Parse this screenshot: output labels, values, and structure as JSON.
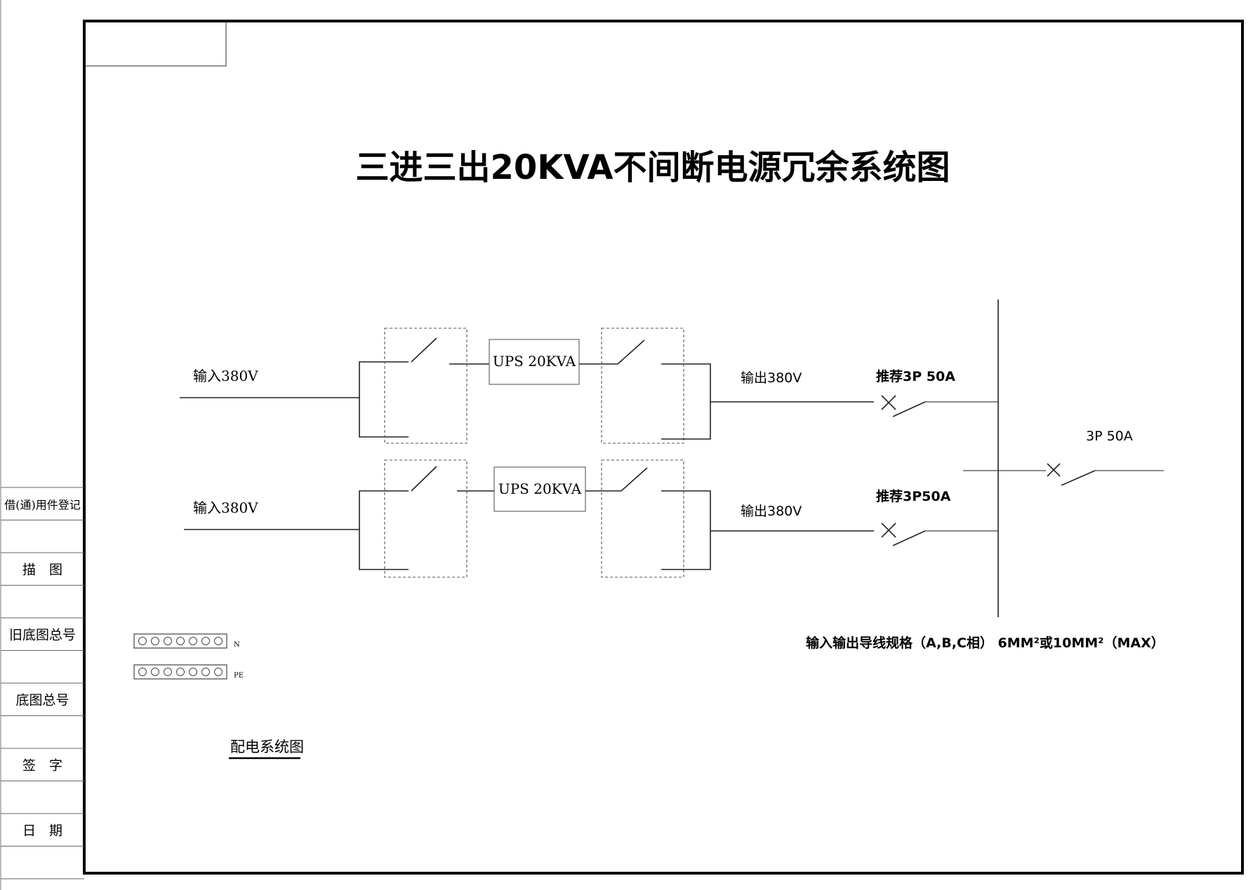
{
  "title": "三进三出20KVA不间断电源冗余系统图",
  "side_panel": {
    "rows": [
      {
        "label": "借(通)用件登记"
      },
      {
        "label": ""
      },
      {
        "label": "描　图"
      },
      {
        "label": ""
      },
      {
        "label": "旧底图总号"
      },
      {
        "label": ""
      },
      {
        "label": "底图总号"
      },
      {
        "label": ""
      },
      {
        "label": "签　字"
      },
      {
        "label": ""
      },
      {
        "label": "日　期"
      },
      {
        "label": ""
      }
    ]
  },
  "branches": [
    {
      "input_label": "输入380V",
      "ups_label": "UPS 20KVA",
      "output_label": "输出380V",
      "breaker_label": "推荐3P 50A"
    },
    {
      "input_label": "输入380V",
      "ups_label": "UPS 20KVA",
      "output_label": "输出380V",
      "breaker_label": "推荐3P50A"
    }
  ],
  "main_breaker_label": "3P 50A",
  "spec_note": "输入输出导线规格（A,B,C相） 6MM²或10MM²（MAX）",
  "terminals": [
    {
      "label": "N",
      "holes": 7
    },
    {
      "label": "PE",
      "holes": 7
    }
  ],
  "caption": "配电系统图"
}
